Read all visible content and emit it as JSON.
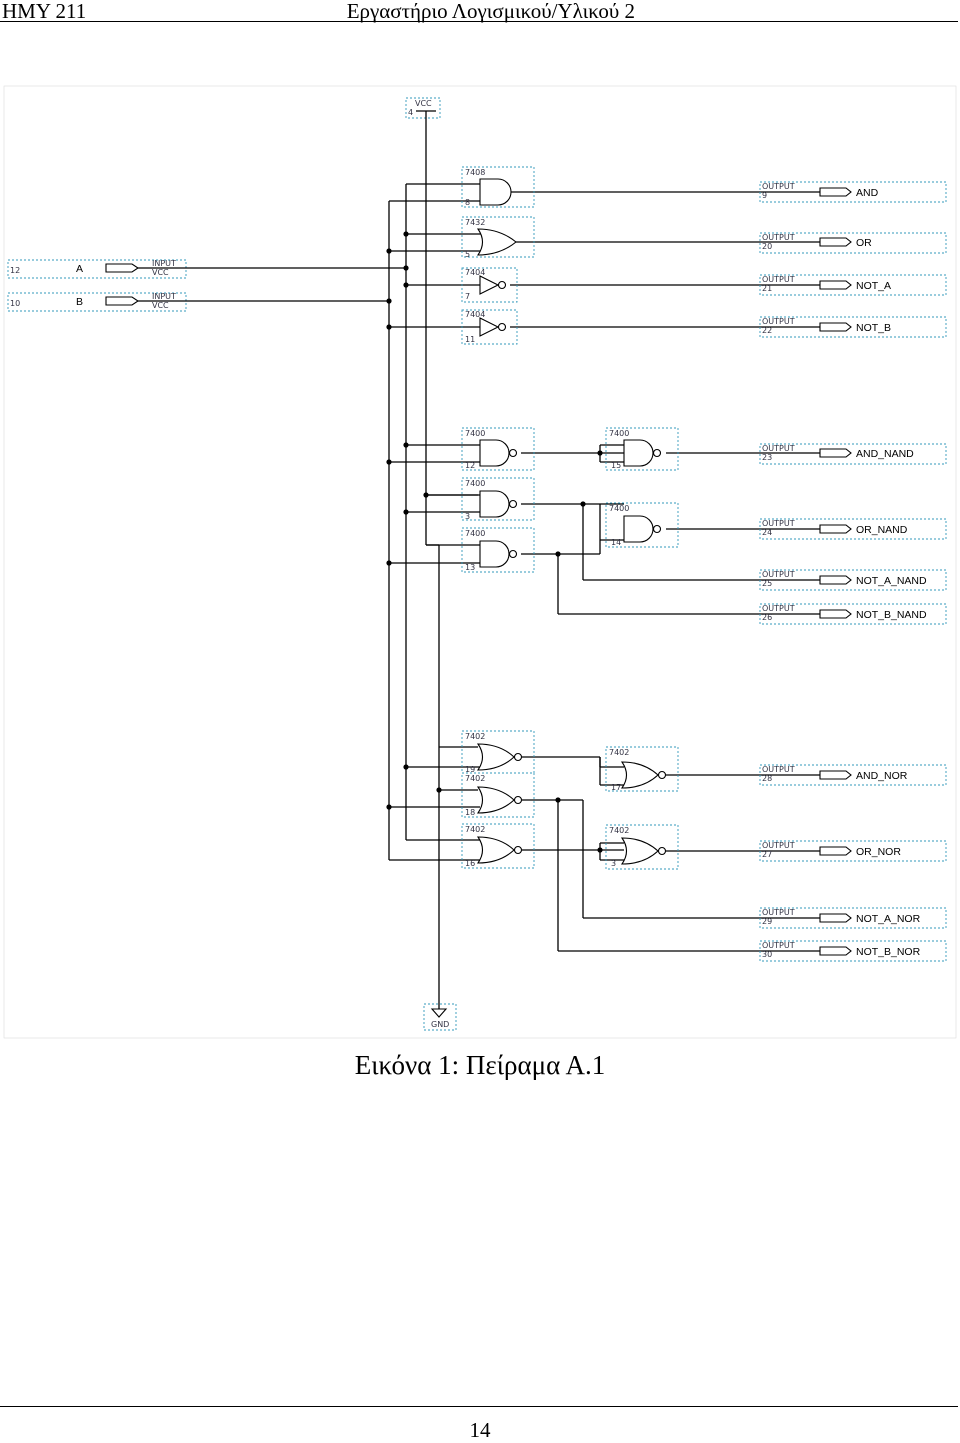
{
  "header": {
    "left": "ΗΜΥ 211",
    "right": "Εργαστήριο Λογισμικού/Υλικού 2"
  },
  "caption": "Εικόνα 1: Πείραμα Α.1",
  "page_number": "14",
  "schematic": {
    "power": {
      "label": "VCC",
      "pin": "4"
    },
    "ground": {
      "label": "GND"
    },
    "inputs": [
      {
        "name": "A",
        "pin": "12",
        "type": "INPUT",
        "level": "VCC"
      },
      {
        "name": "B",
        "pin": "10",
        "type": "INPUT",
        "level": "VCC"
      }
    ],
    "gates": [
      {
        "part": "7408",
        "num": "8"
      },
      {
        "part": "7432",
        "num": "5"
      },
      {
        "part": "7404",
        "num": "7"
      },
      {
        "part": "7404",
        "num": "11"
      },
      {
        "part": "7400",
        "num": "12"
      },
      {
        "part": "7400",
        "num": "3"
      },
      {
        "part": "7400",
        "num": "13"
      },
      {
        "part": "7400",
        "num": "15"
      },
      {
        "part": "7400",
        "num": "14"
      },
      {
        "part": "7402",
        "num": "19"
      },
      {
        "part": "7402",
        "num": "18"
      },
      {
        "part": "7402",
        "num": "16"
      },
      {
        "part": "7402",
        "num": "17"
      },
      {
        "part": "7402",
        "num": "3"
      }
    ],
    "outputs": [
      {
        "type": "OUTPUT",
        "pin": "9",
        "name": "AND"
      },
      {
        "type": "OUTPUT",
        "pin": "20",
        "name": "OR"
      },
      {
        "type": "OUTPUT",
        "pin": "21",
        "name": "NOT_A"
      },
      {
        "type": "OUTPUT",
        "pin": "22",
        "name": "NOT_B"
      },
      {
        "type": "OUTPUT",
        "pin": "23",
        "name": "AND_NAND"
      },
      {
        "type": "OUTPUT",
        "pin": "24",
        "name": "OR_NAND"
      },
      {
        "type": "OUTPUT",
        "pin": "25",
        "name": "NOT_A_NAND"
      },
      {
        "type": "OUTPUT",
        "pin": "26",
        "name": "NOT_B_NAND"
      },
      {
        "type": "OUTPUT",
        "pin": "28",
        "name": "AND_NOR"
      },
      {
        "type": "OUTPUT",
        "pin": "27",
        "name": "OR_NOR"
      },
      {
        "type": "OUTPUT",
        "pin": "29",
        "name": "NOT_A_NOR"
      },
      {
        "type": "OUTPUT",
        "pin": "30",
        "name": "NOT_B_NOR"
      }
    ]
  }
}
